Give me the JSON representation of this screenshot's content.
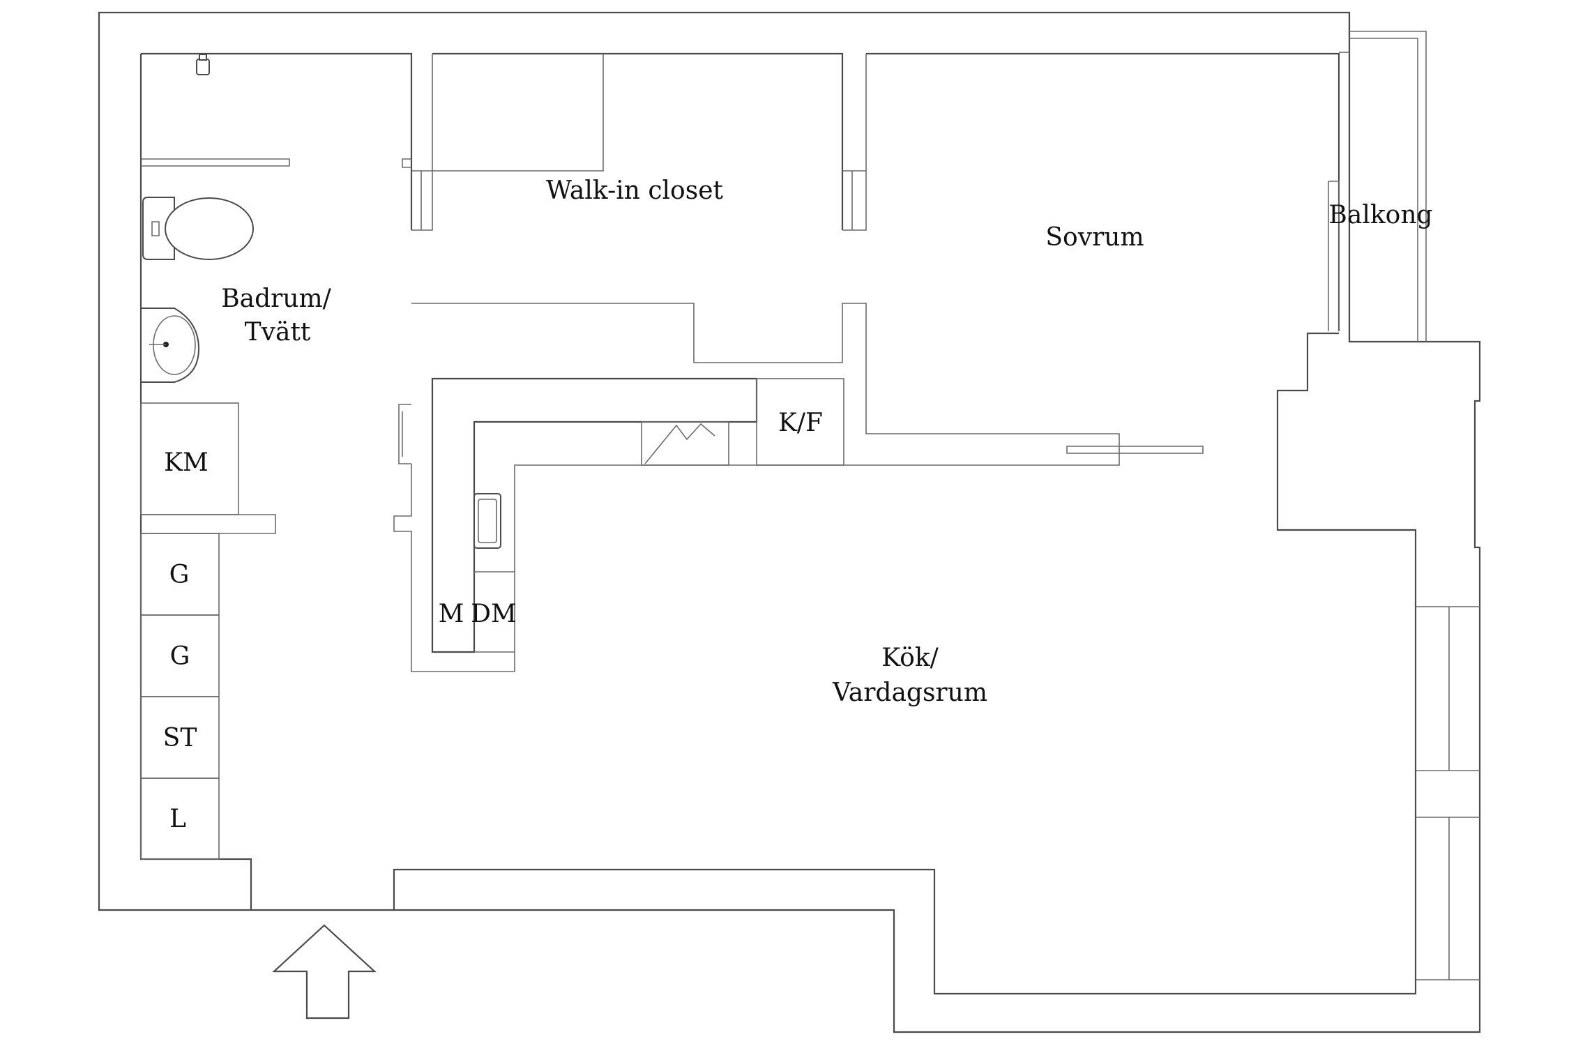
{
  "rooms": {
    "walk_in": "Walk-in closet",
    "sovrum": "Sovrum",
    "balkong": "Balkong",
    "badrum_line1": "Badrum/",
    "badrum_line2": "Tvätt",
    "kok_line1": "Kök/",
    "kok_line2": "Vardagsrum"
  },
  "appliances": {
    "km": "KM",
    "kf": "K/F",
    "m": "M",
    "dm": "DM",
    "g1": "G",
    "g2": "G",
    "st": "ST",
    "l": "L"
  },
  "entrance_icon": "entrance-arrow-icon",
  "colors": {
    "line": "#4a4a4a",
    "text": "#111111",
    "background": "#ffffff"
  }
}
